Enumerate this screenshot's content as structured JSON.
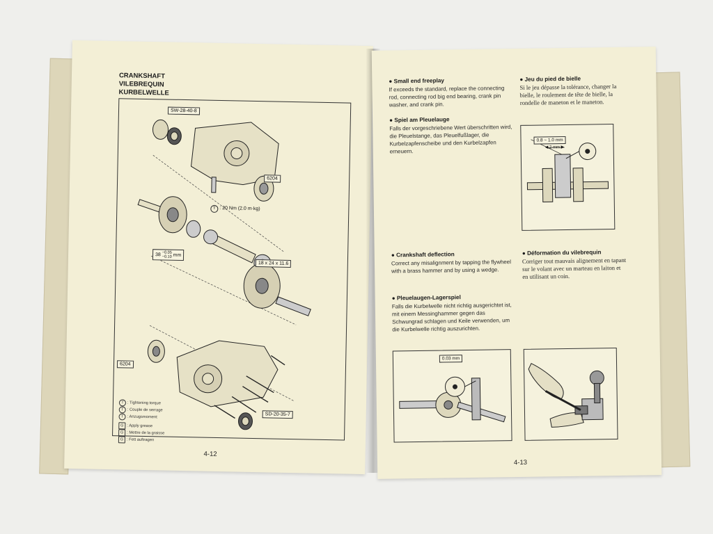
{
  "left_page": {
    "title_en": "CRANKSHAFT",
    "title_fr": "VILEBREQUIN",
    "title_de": "KURBELWELLE",
    "page_number": "4-12",
    "diagram_labels": {
      "seal_top": "SW-28-40-8",
      "bearing_top": "6204",
      "torque": ": 20 Nm (2.0 m·kg)",
      "dim_a_main": "38",
      "dim_a_upper": "−0.05",
      "dim_a_lower": "−0.10",
      "dim_a_unit": "mm",
      "needle_bearing": "18 x 24 x 11.6",
      "bearing_bottom": "6204",
      "seal_bottom": "SD-20-35-7"
    },
    "legend": {
      "t_sym": "T",
      "t_en": ": Tightening torque",
      "t_fr": ": Couple de serrage",
      "t_de": ": Anzugsmoment",
      "g_sym": "G",
      "g_en": ": Apply grease",
      "g_fr": ": Mettre de la graisse",
      "g_de": ": Fett auftragen"
    }
  },
  "right_page": {
    "page_number": "4-13",
    "small_end_en_title": "Small end freeplay",
    "small_end_en_text": "If exceeds the standard, replace the connecting rod, connecting rod big end bearing, crank pin washer, and crank pin.",
    "small_end_de_title": "Spiel am Pleuelauge",
    "small_end_de_text": "Falls der vorgeschriebene Wert überschritten wird, die Pleuelstange, das Pleuelfußlager, die Kurbelzapfenscheibe und den Kurbelzapfen erneuern.",
    "small_end_fr_title": "Jeu du pied de bielle",
    "small_end_fr_text": "Si le jeu dépasse la tolérance, changer la bielle, le roulement de tête de bielle, la rondelle de maneton et le maneton.",
    "freeplay_range": "0.8 ~ 1.0 mm",
    "freeplay_width": "2 mm",
    "deflection_en_title": "Crankshaft deflection",
    "deflection_en_text": "Correct any misalignment by tapping the flywheel with a brass hammer and by using a wedge.",
    "deflection_de_title": "Pleuelaugen-Lagerspiel",
    "deflection_de_text": "Falls die Kurbelwelle nicht richtig ausgerichtet ist, mit einem Messinghammer gegen das Schwungrad schlagen und Keile verwenden, um die Kurbelwelle richtig auszurichten.",
    "deflection_fr_title": "Déformation du vilebrequin",
    "deflection_fr_text": "Corriger tout mauvais alignement en tapant sur le volant avec un marteau en laiton et en utilisant un coin.",
    "dial_value": "0.03 mm"
  },
  "colors": {
    "paper": "#f3efd6",
    "ink": "#1d1d1d",
    "background": "#efefec"
  }
}
